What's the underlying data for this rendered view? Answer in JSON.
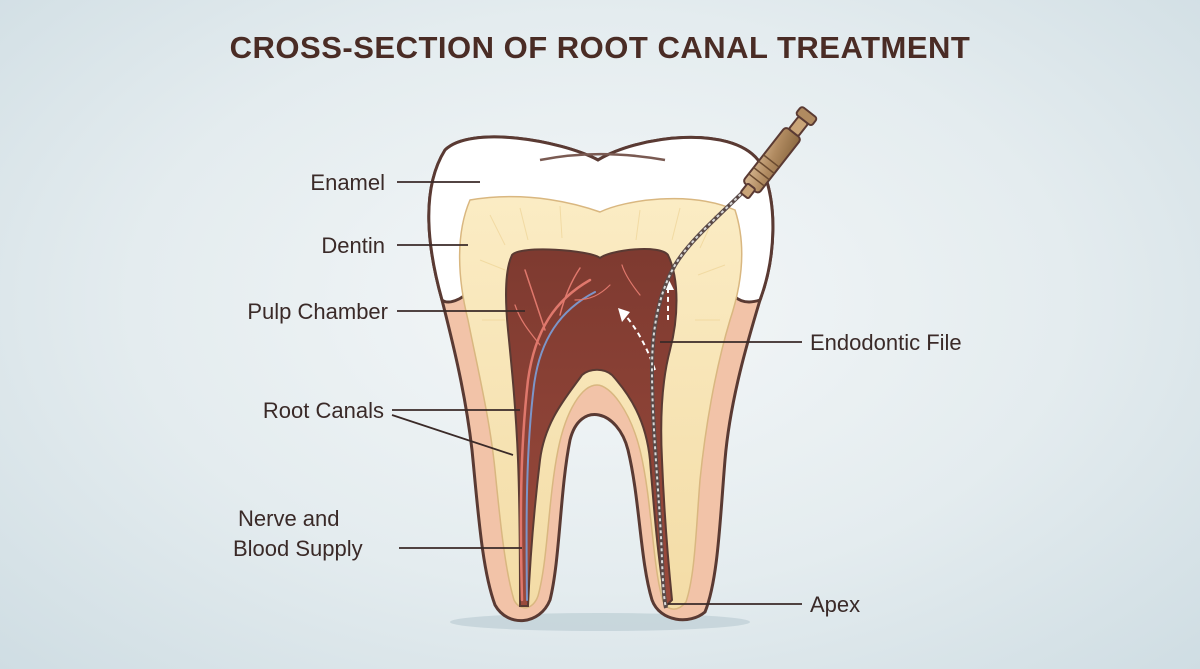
{
  "title": "CROSS-SECTION OF ROOT CANAL TREATMENT",
  "labels": {
    "enamel": "Enamel",
    "dentin": "Dentin",
    "pulp_chamber": "Pulp Chamber",
    "root_canals": "Root Canals",
    "nerve_line1": "Nerve and",
    "nerve_line2": "Blood Supply",
    "endodontic_file": "Endodontic File",
    "apex": "Apex"
  },
  "colors": {
    "enamel": "#ffffff",
    "dentin": "#f6e3b4",
    "pulp": "#8a3f33",
    "root_outer": "#f2c2a7",
    "outline": "#5a3a33",
    "nerve_red": "#e0786c",
    "nerve_blue": "#7d95c8",
    "file_handle": "#a8835e"
  }
}
